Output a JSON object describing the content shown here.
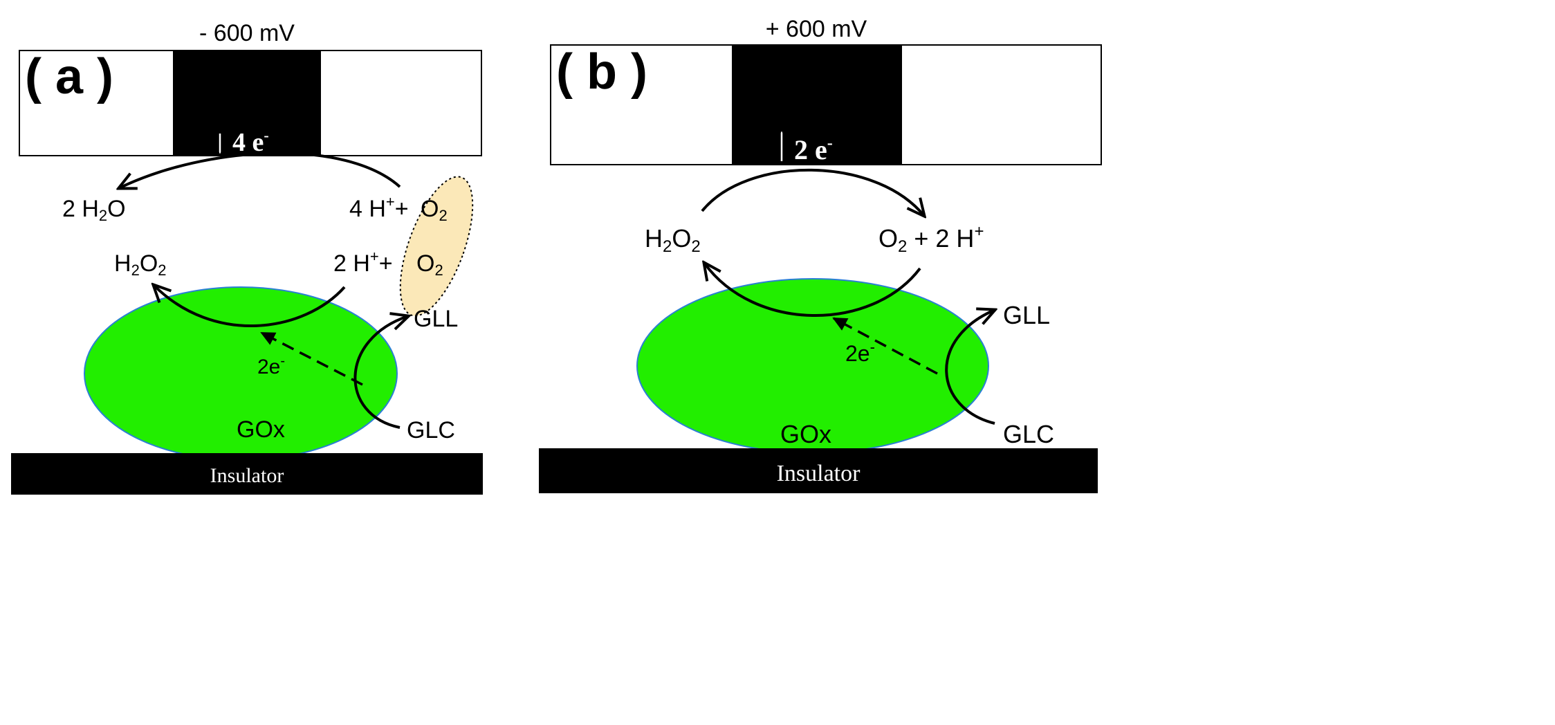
{
  "panel_a": {
    "label": "( a )",
    "voltage": "- 600 mV",
    "electron_transfer": "4 e",
    "electron_sup": "-",
    "water_coef": "2 H",
    "water_sub": "2",
    "water_end": "O",
    "h4_coef": "4 H",
    "h4_sup": "+",
    "plus": "+",
    "o2_top": "O",
    "o2_sub": "2",
    "h2o2": "H",
    "h2o2_sub1": "2",
    "h2o2_o": "O",
    "h2o2_sub2": "2",
    "h2_coef": "2 H",
    "h2_sup": "+",
    "o2_bottom": "O",
    "enzyme_electrons": "2e",
    "enzyme_electrons_sup": "-",
    "gll": "GLL",
    "glc": "GLC",
    "enzyme": "GOx",
    "insulator": "Insulator"
  },
  "panel_b": {
    "label": "( b )",
    "voltage": "+ 600 mV",
    "electron_transfer": "2 e",
    "electron_sup": "-",
    "h2o2": "H",
    "h2o2_sub1": "2",
    "h2o2_o": "O",
    "h2o2_sub2": "2",
    "o2": "O",
    "o2_sub": "2",
    "o2_rest": " + 2 H",
    "o2_sup": "+",
    "enzyme_electrons": "2e",
    "enzyme_electrons_sup": "-",
    "gll": "GLL",
    "glc": "GLC",
    "enzyme": "GOx",
    "insulator": "Insulator"
  },
  "colors": {
    "enzyme_fill": "#22ee00",
    "enzyme_stroke": "#2a7fd4",
    "oxygen_highlight": "#fbe8b8",
    "electrode": "#000000",
    "ink": "#000000",
    "background": "#ffffff"
  }
}
